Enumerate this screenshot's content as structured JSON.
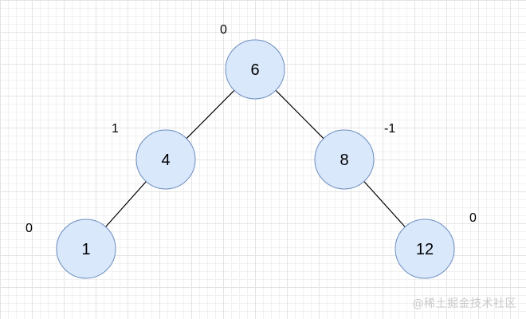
{
  "diagram": {
    "nodes": [
      {
        "id": "n6",
        "label": "6",
        "balance": "0"
      },
      {
        "id": "n4",
        "label": "4",
        "balance": "1"
      },
      {
        "id": "n8",
        "label": "8",
        "balance": "-1"
      },
      {
        "id": "n1",
        "label": "1",
        "balance": "0"
      },
      {
        "id": "n12",
        "label": "12",
        "balance": "0"
      }
    ],
    "edges": [
      {
        "from": "n6",
        "to": "n4"
      },
      {
        "from": "n6",
        "to": "n8"
      },
      {
        "from": "n4",
        "to": "n1"
      },
      {
        "from": "n8",
        "to": "n12"
      }
    ],
    "colors": {
      "node_fill": "#dae8fc",
      "node_stroke": "#6c8ebf",
      "edge": "#000000",
      "grid": "#e4e4e4"
    }
  },
  "watermark": "@稀土掘金技术社区"
}
